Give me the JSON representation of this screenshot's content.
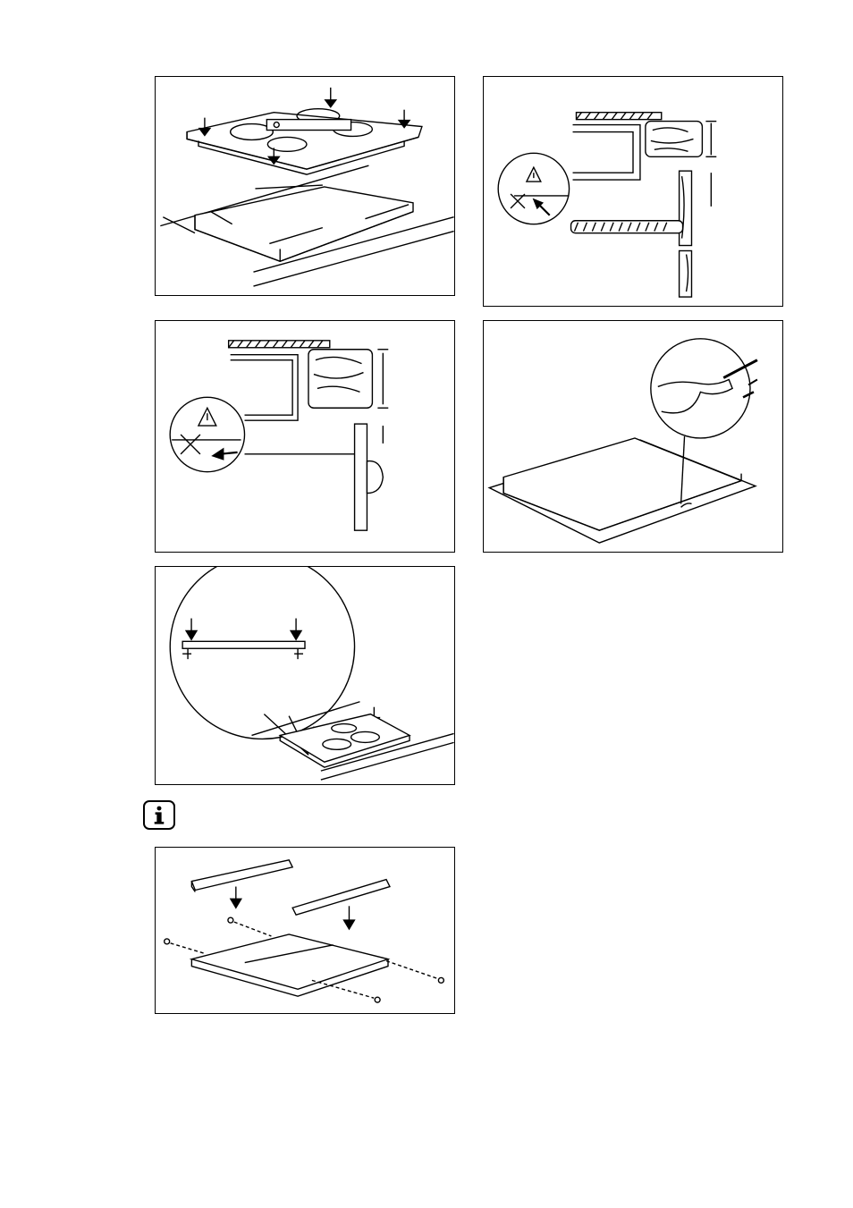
{
  "document": {
    "figures": [
      {
        "id": "fig1",
        "icon": "hob-mounting-overview"
      },
      {
        "id": "fig2",
        "icon": "worktop-clearance-warning"
      },
      {
        "id": "fig3",
        "icon": "drawer-clearance-warning"
      },
      {
        "id": "fig4",
        "icon": "sealing-strip-application"
      },
      {
        "id": "fig5",
        "icon": "hob-insertion-press-down"
      },
      {
        "id": "fig6",
        "icon": "protection-box-assembly"
      }
    ],
    "info_icon": "information-icon"
  },
  "colors": {
    "line": "#000000",
    "background": "#ffffff"
  }
}
